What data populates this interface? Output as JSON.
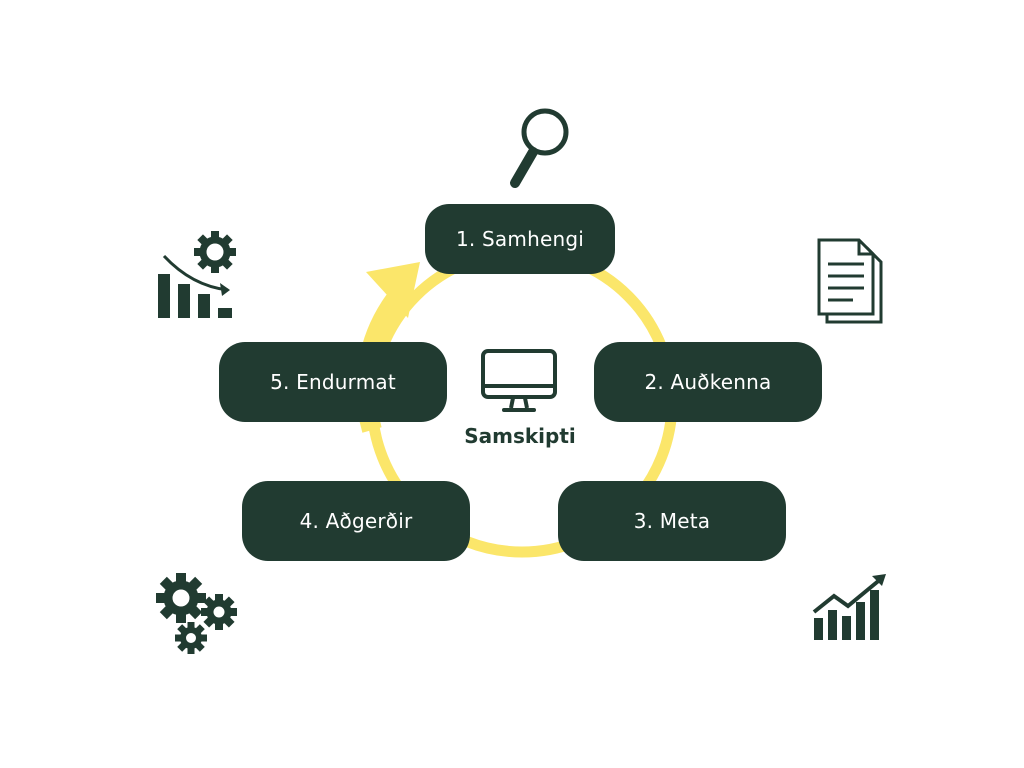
{
  "center": {
    "label": "Samskipti",
    "icon": "monitor-icon"
  },
  "steps": [
    {
      "label": "1. Samhengi",
      "icon": "magnifying-glass-icon"
    },
    {
      "label": "2. Auðkenna",
      "icon": "documents-icon"
    },
    {
      "label": "3. Meta",
      "icon": "rising-chart-icon"
    },
    {
      "label": "4. Aðgerðir",
      "icon": "gears-icon"
    },
    {
      "label": "5. Endurmat",
      "icon": "declining-chart-gear-icon"
    }
  ],
  "colors": {
    "box": "#213b31",
    "box_text": "#ffffff",
    "cycle": "#fbe66a",
    "icon": "#213b31"
  }
}
